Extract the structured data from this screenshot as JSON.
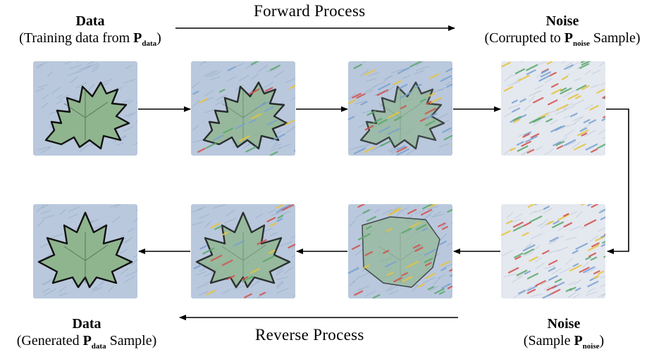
{
  "top": {
    "process_label": "Forward Process",
    "data_label": {
      "head": "Data",
      "pre": "(Training data from ",
      "sym": "P",
      "sub": "data",
      "post": ")"
    },
    "noise_label": {
      "head": "Noise",
      "pre": "(Corrupted to ",
      "sym": "P",
      "sub": "noise",
      "post": " Sample)"
    }
  },
  "bottom": {
    "process_label": "Reverse Process",
    "data_label": {
      "head": "Data",
      "pre": "(Generated ",
      "sym": "P",
      "sub": "data",
      "post": " Sample)"
    },
    "noise_label": {
      "head": "Noise",
      "pre": "(Sample ",
      "sym": "P",
      "sub": "noise",
      "post": ")"
    }
  },
  "colors": {
    "paper_blue": "#b9c8dc",
    "leaf_green": "#8fb58f",
    "ink": "#111111",
    "red_noise": "#d4504b",
    "yellow_noise": "#e7c43a",
    "green_noise": "#5aa86a"
  }
}
